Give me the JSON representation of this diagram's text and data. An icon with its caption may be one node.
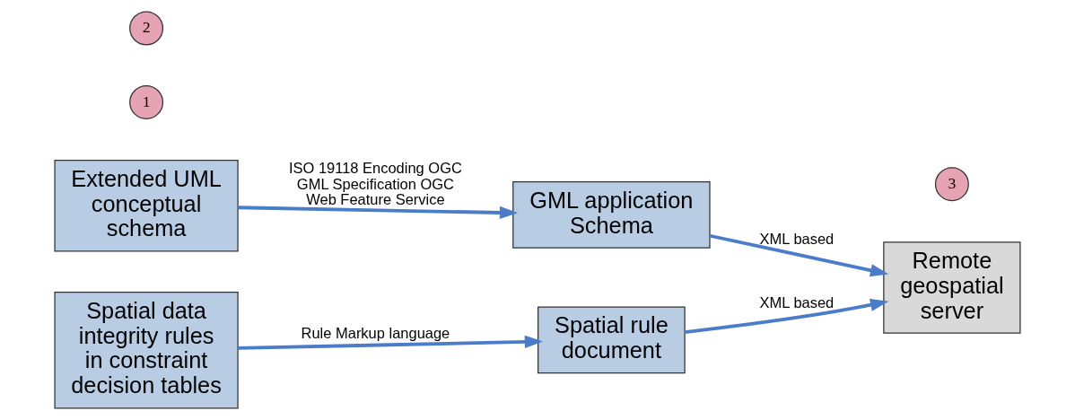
{
  "diagram": {
    "nodes": [
      {
        "text": [
          "Extended UML conceptual schema"
        ]
      },
      {
        "text": [
          "1"
        ]
      },
      {
        "text": [
          "GML application Schema"
        ]
      },
      {
        "text": [
          "Spatial data integrity rules in constraint decision tables"
        ]
      },
      {
        "text": [
          "2"
        ]
      },
      {
        "text": [
          "Spatial rule document"
        ]
      },
      {
        "text": [
          "3"
        ]
      },
      {
        "text": [
          "Remote geospatial server"
        ]
      }
    ],
    "edges": [
      {
        "from": 0,
        "to": 2,
        "arrow": "to",
        "label": "ISO 19118 Encoding OGC GML Specification OGC Web Feature Service"
      },
      {
        "from": 2,
        "to": 7,
        "arrow": "to",
        "label": "XML based"
      },
      {
        "from": 3,
        "to": 5,
        "arrow": "to",
        "label": "Rule Markup language"
      },
      {
        "from": 5,
        "to": 7,
        "arrow": "to",
        "label": "XML based"
      }
    ]
  }
}
